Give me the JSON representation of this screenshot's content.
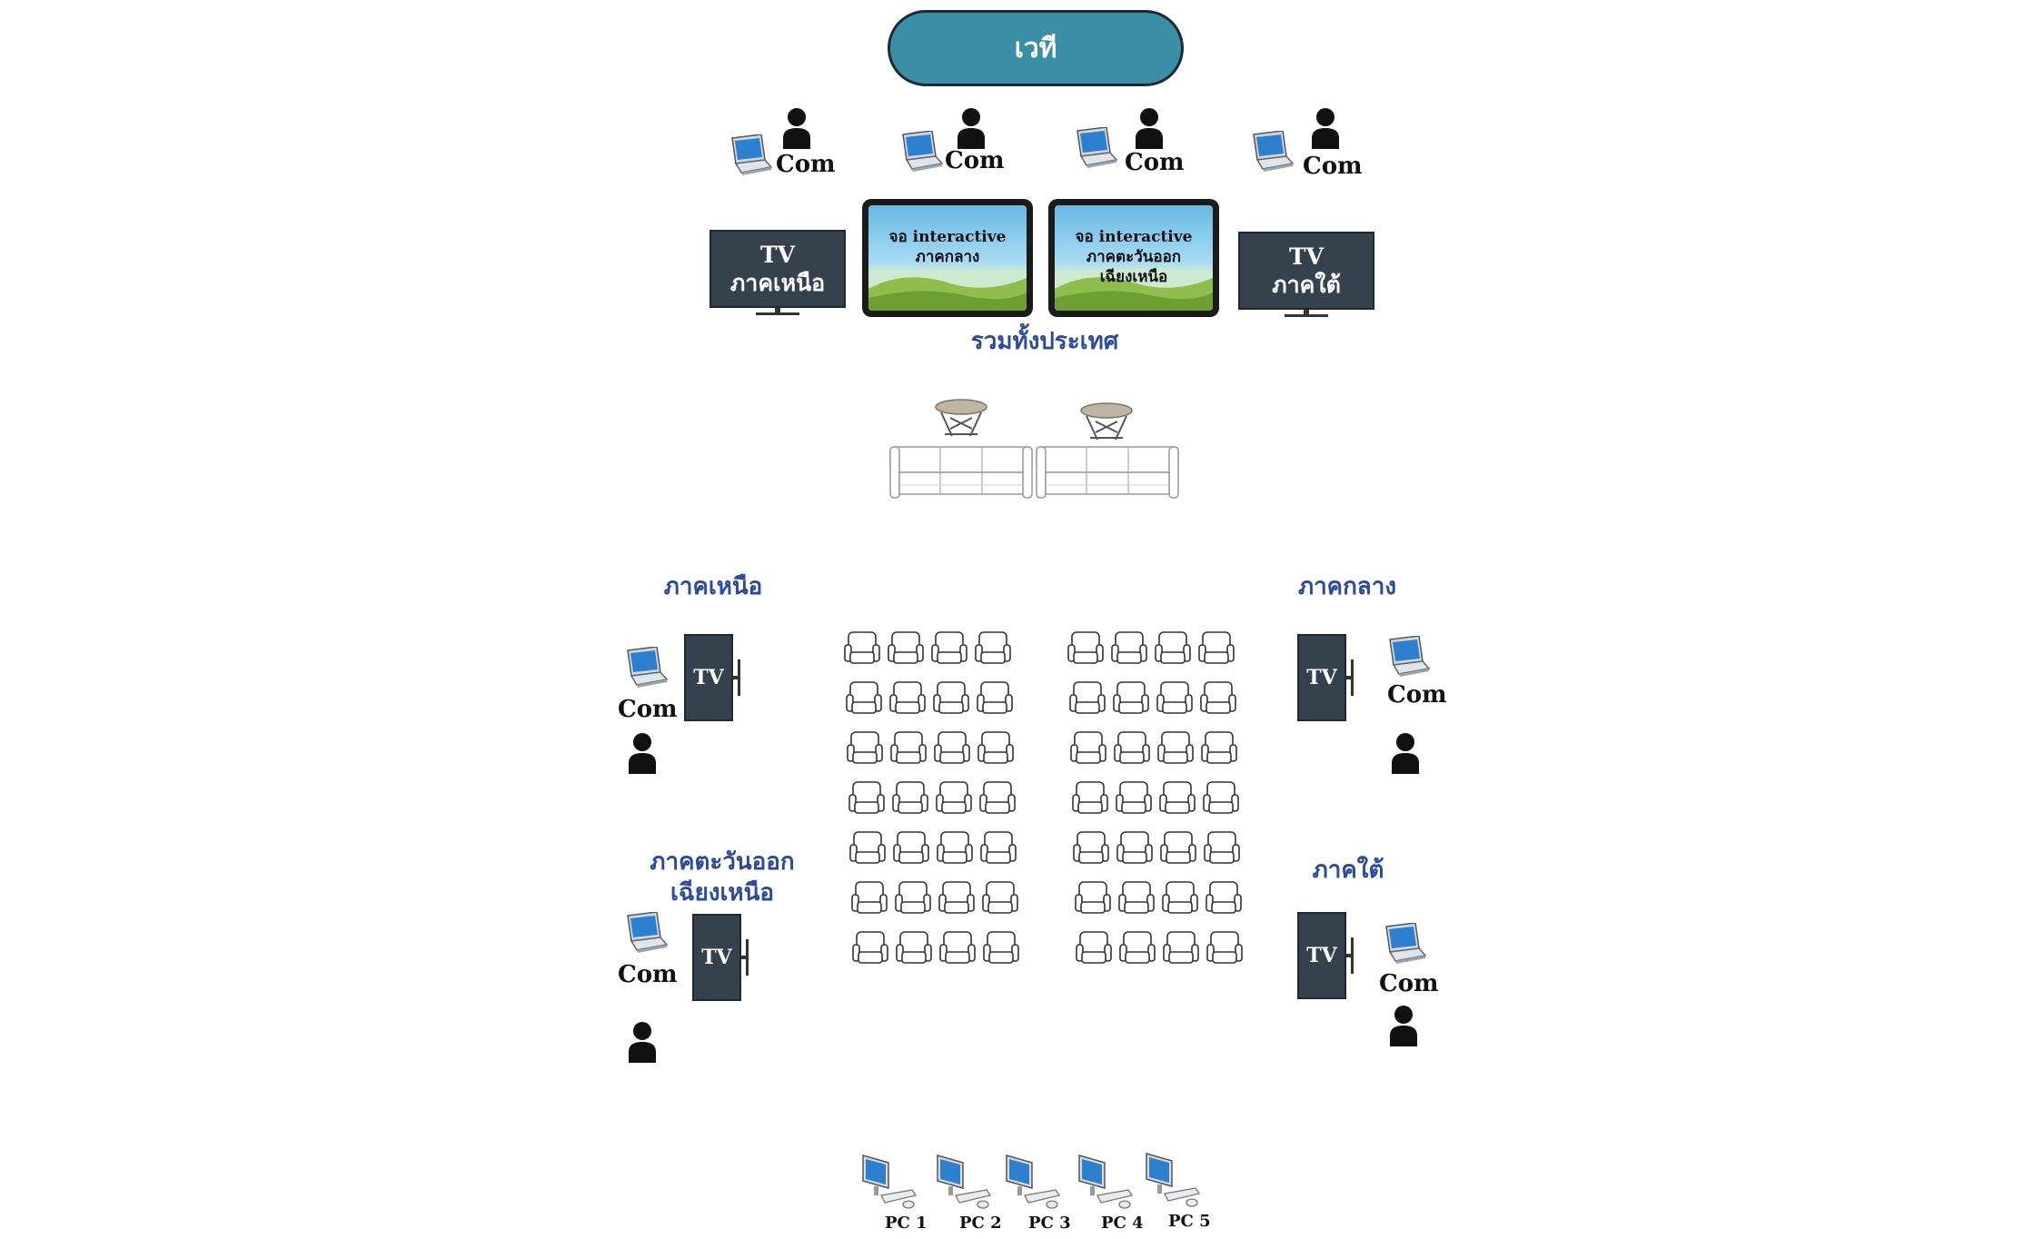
{
  "stage": {
    "label": "เวที"
  },
  "com_label": "Com",
  "top_tvs": [
    {
      "line1": "TV",
      "line2": "ภาคเหนือ"
    },
    {
      "line1": "TV",
      "line2": "ภาคใต้"
    }
  ],
  "interactive_screens": [
    {
      "line1": "จอ interactive",
      "line2": "ภาคกลาง",
      "line3": ""
    },
    {
      "line1": "จอ interactive",
      "line2": "ภาคตะวันออก",
      "line3": "เฉียงเหนือ"
    }
  ],
  "nationwide_label": "รวมทั้งประเทศ",
  "regions": {
    "north": "ภาคเหนือ",
    "central": "ภาคกลาง",
    "northeast_line1": "ภาคตะวันออก",
    "northeast_line2": "เฉียงเหนือ",
    "south": "ภาคใต้"
  },
  "tv_label": "TV",
  "seating": {
    "rows": 7,
    "chairs_per_block_row": 4,
    "blocks": 2
  },
  "pcs": [
    "PC 1",
    "PC 2",
    "PC 3",
    "PC 4",
    "PC 5"
  ],
  "colors": {
    "stage_fill": "#3a8ea5",
    "tv_fill": "#35424e",
    "region_label": "#2c4aa0",
    "screen_sky": "#68b8e4",
    "screen_grass": "#7fae3e"
  },
  "icons": [
    "laptop-icon",
    "person-icon",
    "tv-icon",
    "chair-icon",
    "sofa-icon",
    "coffee-table-icon",
    "desktop-pc-icon"
  ]
}
